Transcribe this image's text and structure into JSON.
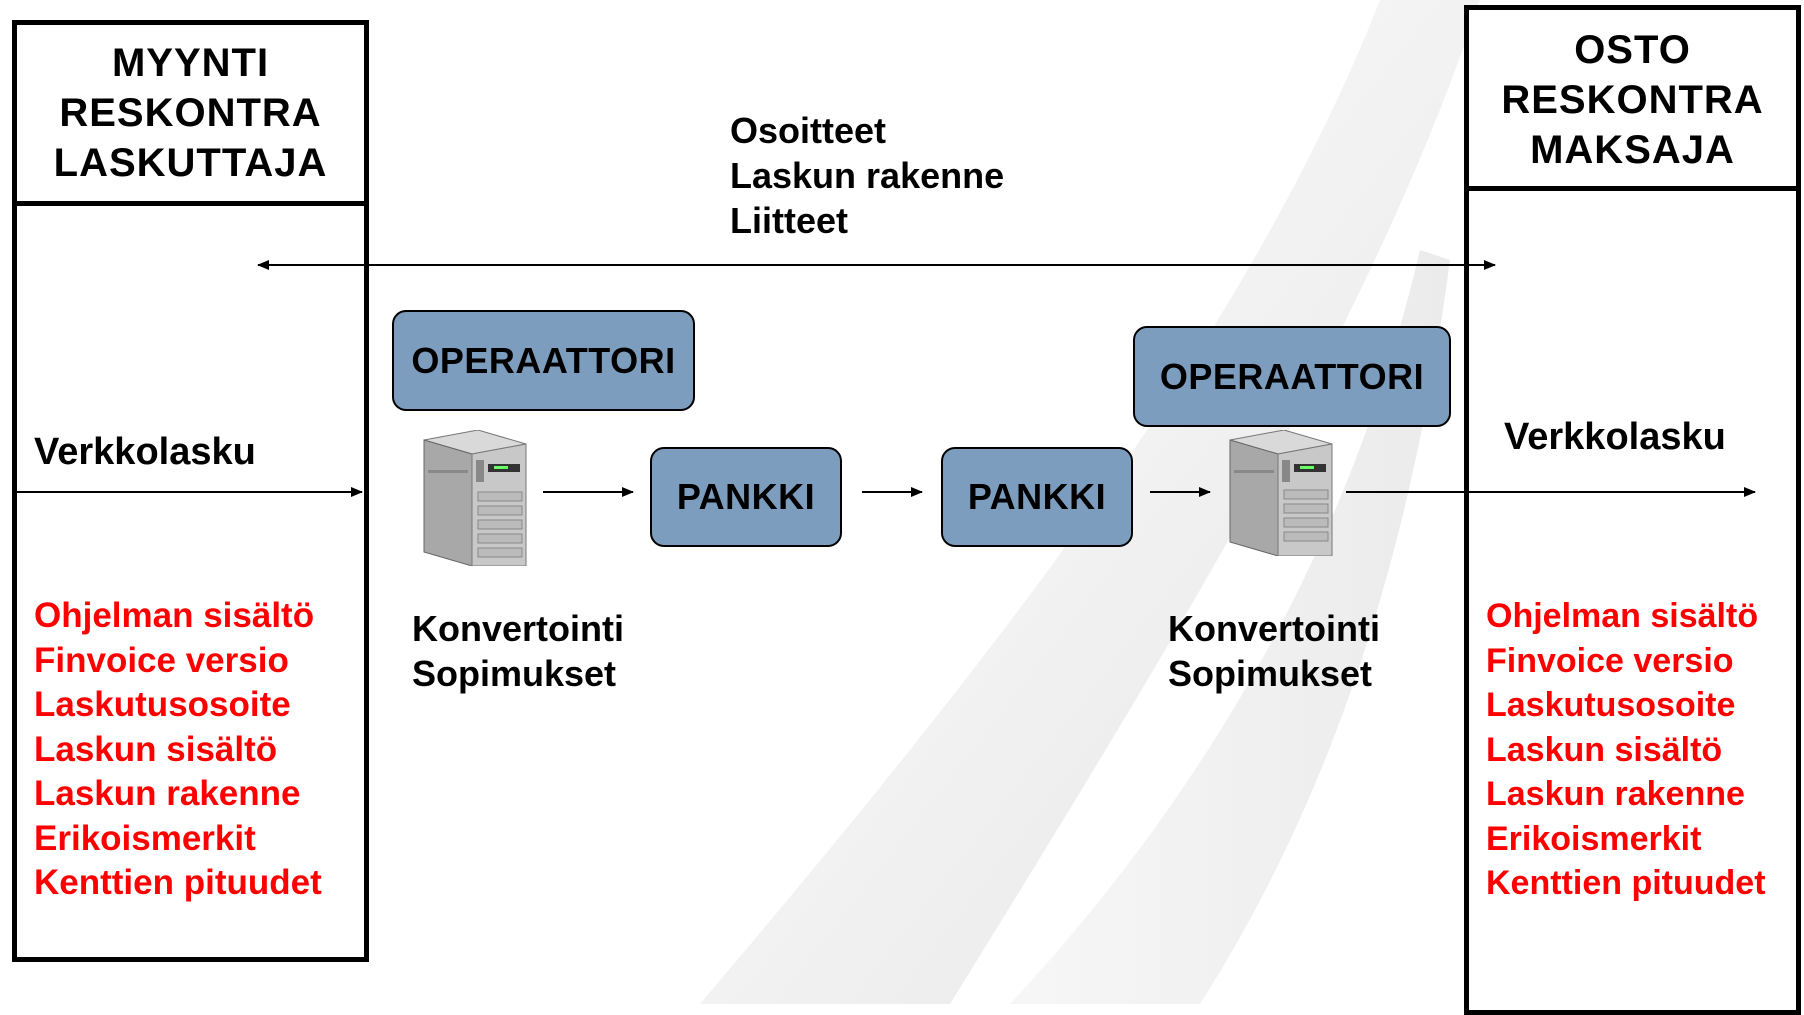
{
  "seller": {
    "header_lines": [
      "MYYNTI",
      "RESKONTRA",
      "LASKUTTAJA"
    ],
    "invoice_label": "Verkkolasku",
    "requirements": [
      "Ohjelman sisältö",
      "Finvoice versio",
      "Laskutusosoite",
      "Laskun sisältö",
      "Laskun rakenne",
      "Erikoismerkit",
      "Kenttien pituudet"
    ]
  },
  "buyer": {
    "header_lines": [
      "OSTO",
      "RESKONTRA",
      "MAKSAJA"
    ],
    "invoice_label": "Verkkolasku",
    "requirements": [
      "Ohjelman sisältö",
      "Finvoice versio",
      "Laskutusosoite",
      "Laskun sisältö",
      "Laskun rakenne",
      "Erikoismerkit",
      "Kenttien pituudet"
    ]
  },
  "top_info": [
    "Osoitteet",
    "Laskun rakenne",
    "Liitteet"
  ],
  "left_operator": {
    "label": "OPERAATTORI",
    "notes": [
      "Konvertointi",
      "Sopimukset"
    ]
  },
  "right_operator": {
    "label": "OPERAATTORI",
    "notes": [
      "Konvertointi",
      "Sopimukset"
    ]
  },
  "banks": [
    "PANKKI",
    "PANKKI"
  ],
  "colors": {
    "node_fill": "#7d9dbf",
    "requirement_text": "#ff0000",
    "outline": "#000000"
  },
  "icons": [
    "server-computer-icon"
  ]
}
